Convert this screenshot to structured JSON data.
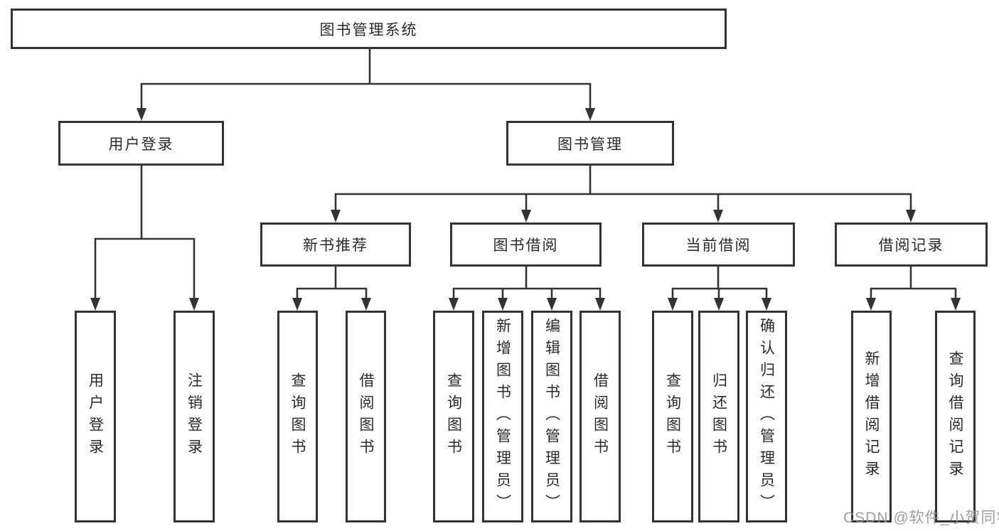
{
  "nodes": {
    "root": "图书管理系统",
    "level2": {
      "user_login": "用户登录",
      "book_management": "图书管理"
    },
    "level3": {
      "new_book_recommend": "新书推荐",
      "book_borrow": "图书借阅",
      "current_borrow": "当前借阅",
      "borrow_record": "借阅记录"
    },
    "leaves": {
      "user_login": "用户登录",
      "logout": "注销登录",
      "rec_query_book": "查询图书",
      "rec_borrow_book": "借阅图书",
      "bor_query_book": "查询图书",
      "bor_add_book": "新增图书（管理员）",
      "bor_edit_book": "编辑图书（管理员）",
      "bor_borrow_book": "借阅图书",
      "cur_query_book": "查询图书",
      "cur_return_book": "归还图书",
      "cur_confirm_return": "确认归还（管理员）",
      "log_add_record": "新增借阅记录",
      "log_query_record": "查询借阅记录"
    }
  },
  "watermark": "CSDN @软件_小贺同学",
  "colors": {
    "line": "#333333",
    "box_border": "#333333",
    "box_fill": "#ffffff",
    "text": "#2a2a2a",
    "watermark": "#949494"
  }
}
